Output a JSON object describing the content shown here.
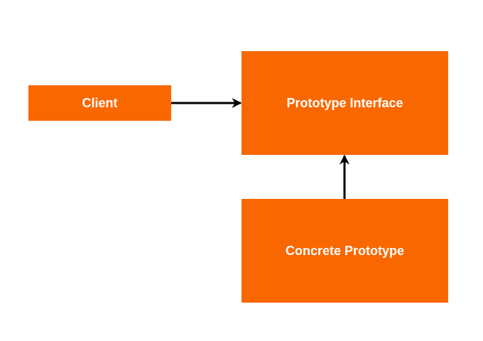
{
  "diagram": {
    "colors": {
      "box_fill": "#f96800",
      "box_text": "#ffffff",
      "edge": "#000000"
    },
    "nodes": [
      {
        "id": "client",
        "label": "Client"
      },
      {
        "id": "interface",
        "label": "Prototype Interface"
      },
      {
        "id": "concrete",
        "label": "Concrete Prototype"
      }
    ],
    "edges": [
      {
        "from": "client",
        "to": "interface"
      },
      {
        "from": "concrete",
        "to": "interface"
      }
    ]
  }
}
